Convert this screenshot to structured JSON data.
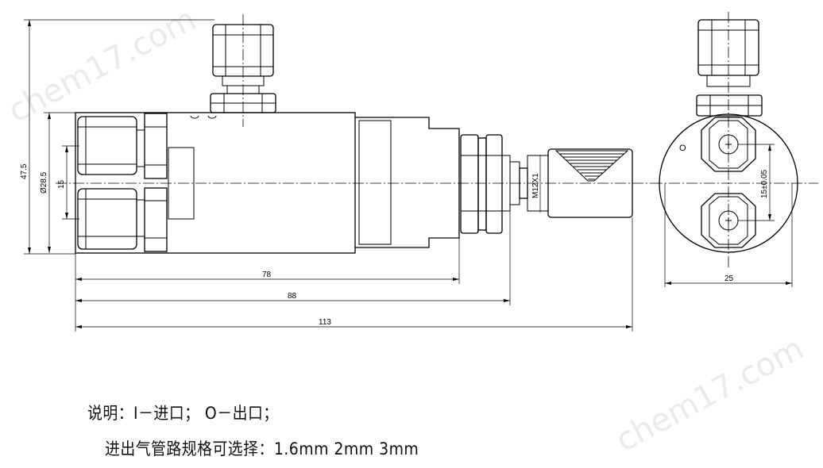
{
  "dimensions": {
    "height_total": "47.5",
    "body_diameter": "Ø28.5",
    "port_spacing_left": "15",
    "thread": "M12X1",
    "len_78": "78",
    "len_88": "88",
    "len_113": "113",
    "side_width": "25",
    "port_spacing_side": "15±0.05"
  },
  "labels": {
    "inlet_mark": "I",
    "outlet_mark": "O"
  },
  "notes": {
    "line1": "说明：I－进口；  O－出口；",
    "line2": "进出气管路规格可选择：1.6mm  2mm  3mm"
  },
  "watermark": "chem17.com"
}
